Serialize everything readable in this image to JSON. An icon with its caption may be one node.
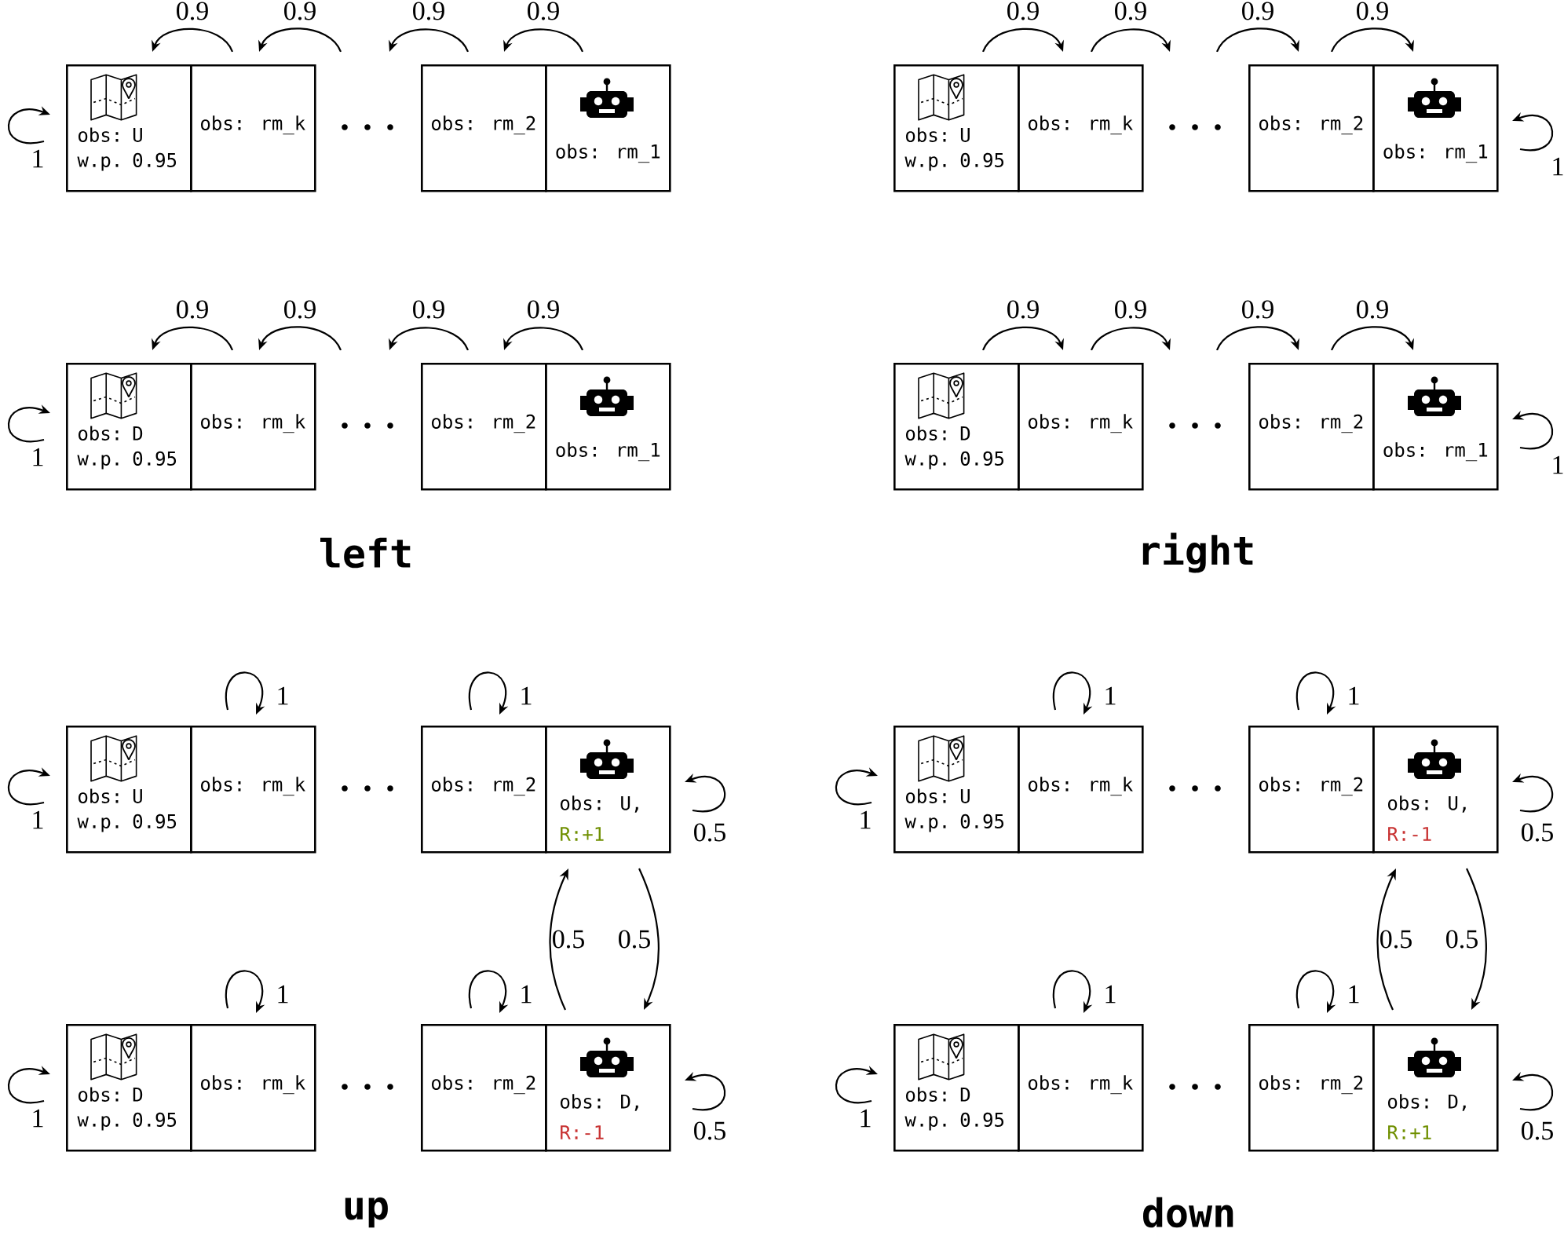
{
  "diagram": {
    "nodes": [
      {
        "text": [
          "obs: U w.p. 0.95"
        ]
      },
      {
        "text": [
          "obs: rm_k"
        ]
      },
      {
        "text": [
          "obs: rm_2"
        ]
      },
      {
        "text": [
          "obs: rm_1"
        ]
      },
      {
        "text": [
          "obs: U w.p. 0.95"
        ]
      },
      {
        "text": [
          "obs: rm_k"
        ]
      },
      {
        "text": [
          "obs: rm_2"
        ]
      },
      {
        "text": [
          "obs: rm_1"
        ]
      },
      {
        "text": [
          "obs: D w.p. 0.95"
        ]
      },
      {
        "text": [
          "obs: rm_k"
        ]
      },
      {
        "text": [
          "obs: rm_2"
        ]
      },
      {
        "text": [
          "obs: rm_1"
        ]
      },
      {
        "text": [
          "obs: D w.p. 0.95"
        ]
      },
      {
        "text": [
          "obs: rm_k"
        ]
      },
      {
        "text": [
          "obs: rm_2"
        ]
      },
      {
        "text": [
          "obs: rm_1"
        ]
      },
      {
        "text": [
          "obs: U w.p. 0.95"
        ]
      },
      {
        "text": [
          "obs: rm_k"
        ]
      },
      {
        "text": [
          "obs: rm_2"
        ]
      },
      {
        "text": [
          "obs: U,",
          "R:+1"
        ]
      },
      {
        "text": [
          "obs: U w.p. 0.95"
        ]
      },
      {
        "text": [
          "obs: rm_k"
        ]
      },
      {
        "text": [
          "obs: rm_2"
        ]
      },
      {
        "text": [
          "obs: U,",
          "R:-1"
        ]
      },
      {
        "text": [
          "obs: D w.p. 0.95"
        ]
      },
      {
        "text": [
          "obs: rm_k"
        ]
      },
      {
        "text": [
          "obs: rm_2"
        ]
      },
      {
        "text": [
          "obs: D,",
          "R:-1"
        ]
      },
      {
        "text": [
          "obs: D w.p. 0.95"
        ]
      },
      {
        "text": [
          "obs: rm_k"
        ]
      },
      {
        "text": [
          "obs: rm_2"
        ]
      },
      {
        "text": [
          "obs: D,",
          "R:+1"
        ]
      }
    ],
    "edges": [
      {
        "from": 3,
        "to": 2,
        "arrow": "to",
        "label": "0.9"
      },
      {
        "from": 2,
        "to": null,
        "arrow": "to",
        "label": "0.9"
      },
      {
        "from": null,
        "to": 1,
        "arrow": "to",
        "label": "0.9"
      },
      {
        "from": 1,
        "to": 0,
        "arrow": "to",
        "label": "0.9"
      },
      {
        "from": 0,
        "to": 0,
        "arrow": "to",
        "label": "1"
      },
      {
        "from": 4,
        "to": 5,
        "arrow": "to",
        "label": "0.9"
      },
      {
        "from": 5,
        "to": null,
        "arrow": "to",
        "label": "0.9"
      },
      {
        "from": null,
        "to": 6,
        "arrow": "to",
        "label": "0.9"
      },
      {
        "from": 6,
        "to": 7,
        "arrow": "to",
        "label": "0.9"
      },
      {
        "from": 7,
        "to": 7,
        "arrow": "to",
        "label": "1"
      },
      {
        "from": 11,
        "to": 10,
        "arrow": "to",
        "label": "0.9"
      },
      {
        "from": 10,
        "to": null,
        "arrow": "to",
        "label": "0.9"
      },
      {
        "from": null,
        "to": 9,
        "arrow": "to",
        "label": "0.9"
      },
      {
        "from": 9,
        "to": 8,
        "arrow": "to",
        "label": "0.9"
      },
      {
        "from": 8,
        "to": 8,
        "arrow": "to",
        "label": "1"
      },
      {
        "from": 12,
        "to": 13,
        "arrow": "to",
        "label": "0.9"
      },
      {
        "from": 13,
        "to": null,
        "arrow": "to",
        "label": "0.9"
      },
      {
        "from": null,
        "to": 14,
        "arrow": "to",
        "label": "0.9"
      },
      {
        "from": 14,
        "to": 15,
        "arrow": "to",
        "label": "0.9"
      },
      {
        "from": 15,
        "to": 15,
        "arrow": "to",
        "label": "1"
      },
      {
        "from": 16,
        "to": 16,
        "arrow": "to",
        "label": "1"
      },
      {
        "from": 17,
        "to": 17,
        "arrow": "to",
        "label": "1"
      },
      {
        "from": 18,
        "to": 18,
        "arrow": "to",
        "label": "1"
      },
      {
        "from": 19,
        "to": 19,
        "arrow": "to",
        "label": "0.5"
      },
      {
        "from": 20,
        "to": 20,
        "arrow": "to",
        "label": "1"
      },
      {
        "from": 21,
        "to": 21,
        "arrow": "to",
        "label": "1"
      },
      {
        "from": 22,
        "to": 22,
        "arrow": "to",
        "label": "1"
      },
      {
        "from": 23,
        "to": 23,
        "arrow": "to",
        "label": "0.5"
      },
      {
        "from": 27,
        "to": 19,
        "arrow": "to",
        "label": "0.5"
      },
      {
        "from": 19,
        "to": 27,
        "arrow": "to",
        "label": "0.5"
      },
      {
        "from": 31,
        "to": 23,
        "arrow": "to",
        "label": "0.5"
      },
      {
        "from": 23,
        "to": 31,
        "arrow": "to",
        "label": "0.5"
      },
      {
        "from": 24,
        "to": 24,
        "arrow": "to",
        "label": "1"
      },
      {
        "from": 25,
        "to": 25,
        "arrow": "to",
        "label": "1"
      },
      {
        "from": 26,
        "to": 26,
        "arrow": "to",
        "label": "1"
      },
      {
        "from": 27,
        "to": 27,
        "arrow": "to",
        "label": "0.5"
      },
      {
        "from": 28,
        "to": 28,
        "arrow": "to",
        "label": "1"
      },
      {
        "from": 29,
        "to": 29,
        "arrow": "to",
        "label": "1"
      },
      {
        "from": 30,
        "to": 30,
        "arrow": "to",
        "label": "1"
      },
      {
        "from": 31,
        "to": 31,
        "arrow": "to",
        "label": "0.5"
      }
    ],
    "labels": [
      "left",
      "right",
      "up",
      "down"
    ]
  }
}
